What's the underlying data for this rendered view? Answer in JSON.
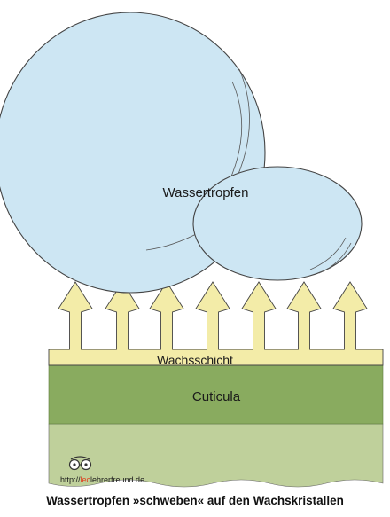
{
  "labels": {
    "water_drop": "Wassertropfen",
    "wax_layer": "Wachsschicht",
    "cuticle": "Cuticula"
  },
  "watermark": {
    "prefix": "http://",
    "domain": "lehrerfreund.de",
    "highlight": "lec"
  },
  "caption": "Wassertropfen »schweben« auf den Wachskristallen",
  "colors": {
    "drop_fill": "#cde6f3",
    "wax_fill": "#f3eca8",
    "cuticle_fill": "#89ab5f",
    "lower_layer_fill": "#bfd09b",
    "outline": "#444444",
    "highlight": "#e04020"
  }
}
